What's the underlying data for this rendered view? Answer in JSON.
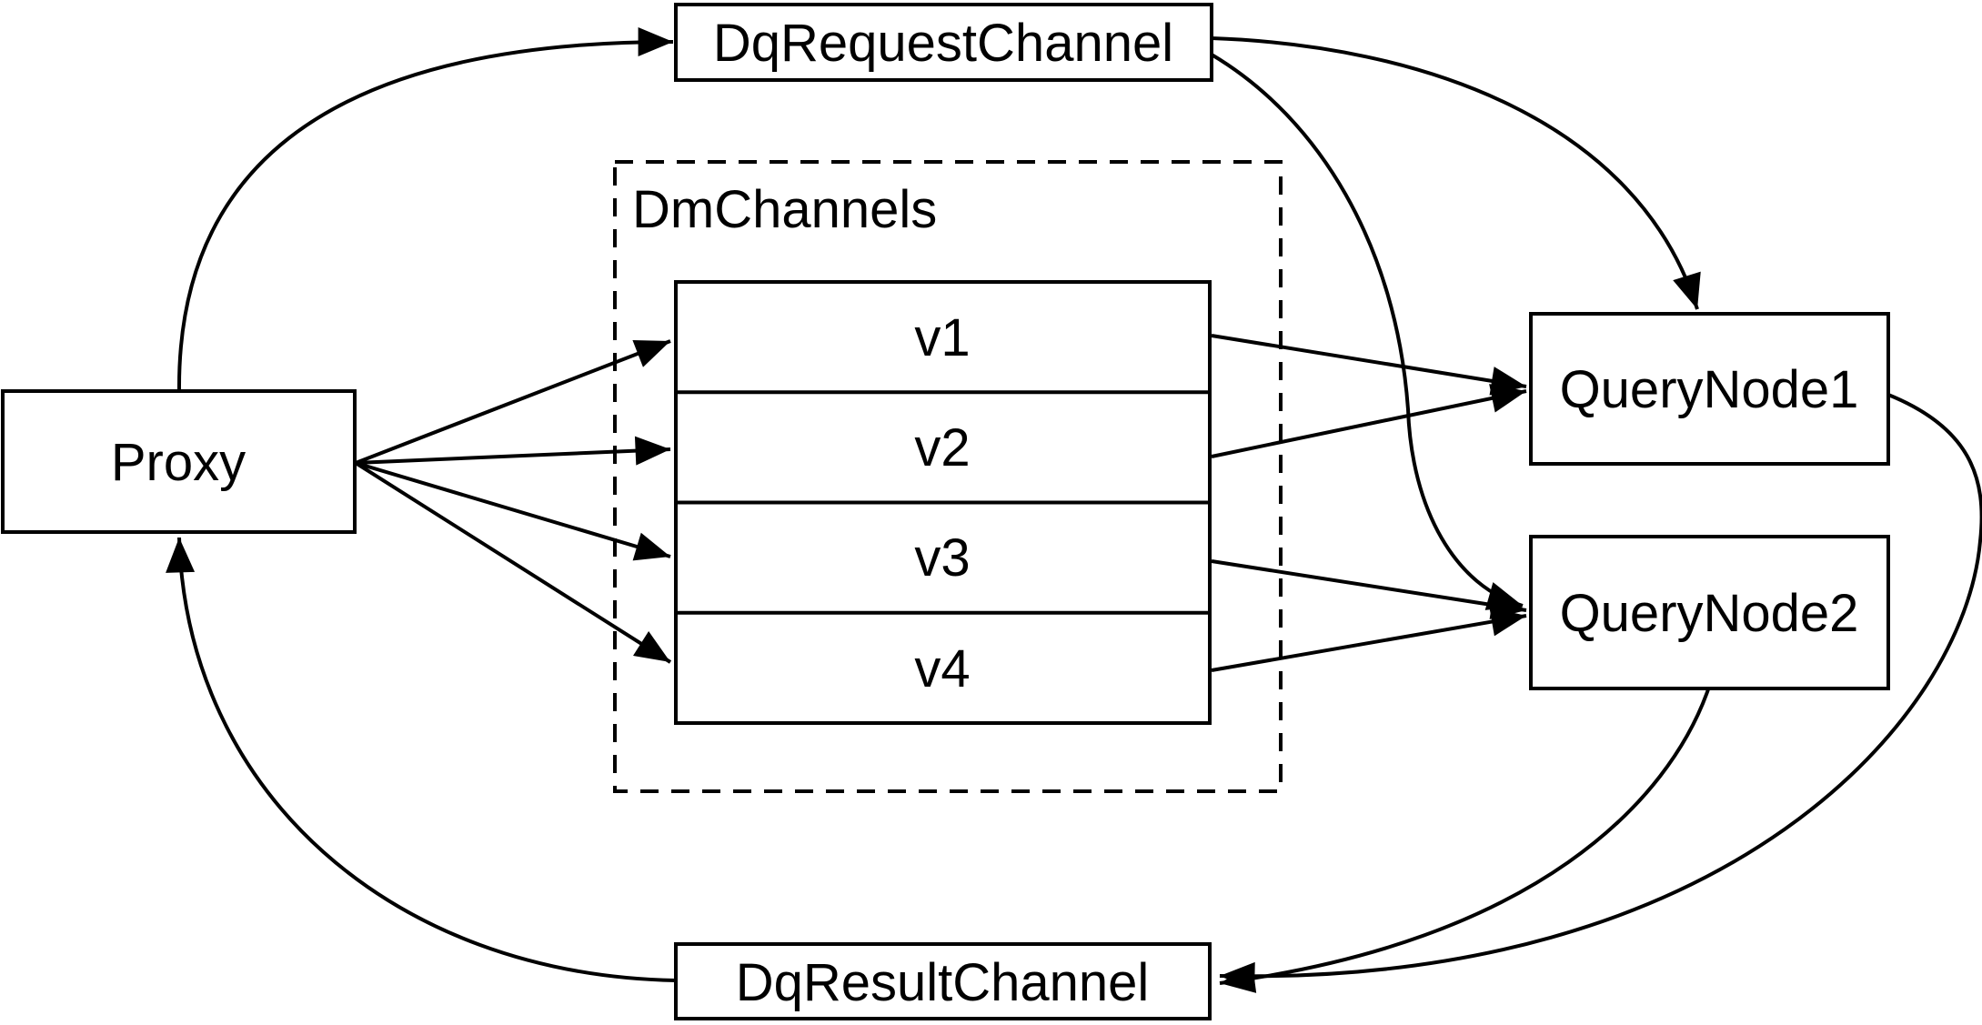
{
  "diagram": {
    "background_color": "#ffffff",
    "stroke_color": "#000000",
    "nodes": {
      "dq_request_channel": {
        "label": "DqRequestChannel"
      },
      "proxy": {
        "label": "Proxy"
      },
      "dm_channels": {
        "label": "DmChannels",
        "rows": [
          {
            "label": "v1"
          },
          {
            "label": "v2"
          },
          {
            "label": "v3"
          },
          {
            "label": "v4"
          }
        ]
      },
      "query_node_1": {
        "label": "QueryNode1"
      },
      "query_node_2": {
        "label": "QueryNode2"
      },
      "dq_result_channel": {
        "label": "DqResultChannel"
      }
    },
    "edges": [
      {
        "from": "Proxy",
        "to": "DqRequestChannel"
      },
      {
        "from": "Proxy",
        "to": "v1"
      },
      {
        "from": "Proxy",
        "to": "v2"
      },
      {
        "from": "Proxy",
        "to": "v3"
      },
      {
        "from": "Proxy",
        "to": "v4"
      },
      {
        "from": "v1",
        "to": "QueryNode1"
      },
      {
        "from": "v2",
        "to": "QueryNode1"
      },
      {
        "from": "v3",
        "to": "QueryNode2"
      },
      {
        "from": "v4",
        "to": "QueryNode2"
      },
      {
        "from": "DqRequestChannel",
        "to": "QueryNode1"
      },
      {
        "from": "DqRequestChannel",
        "to": "QueryNode2"
      },
      {
        "from": "QueryNode1",
        "to": "DqResultChannel"
      },
      {
        "from": "QueryNode2",
        "to": "DqResultChannel"
      },
      {
        "from": "DqResultChannel",
        "to": "Proxy"
      }
    ]
  }
}
